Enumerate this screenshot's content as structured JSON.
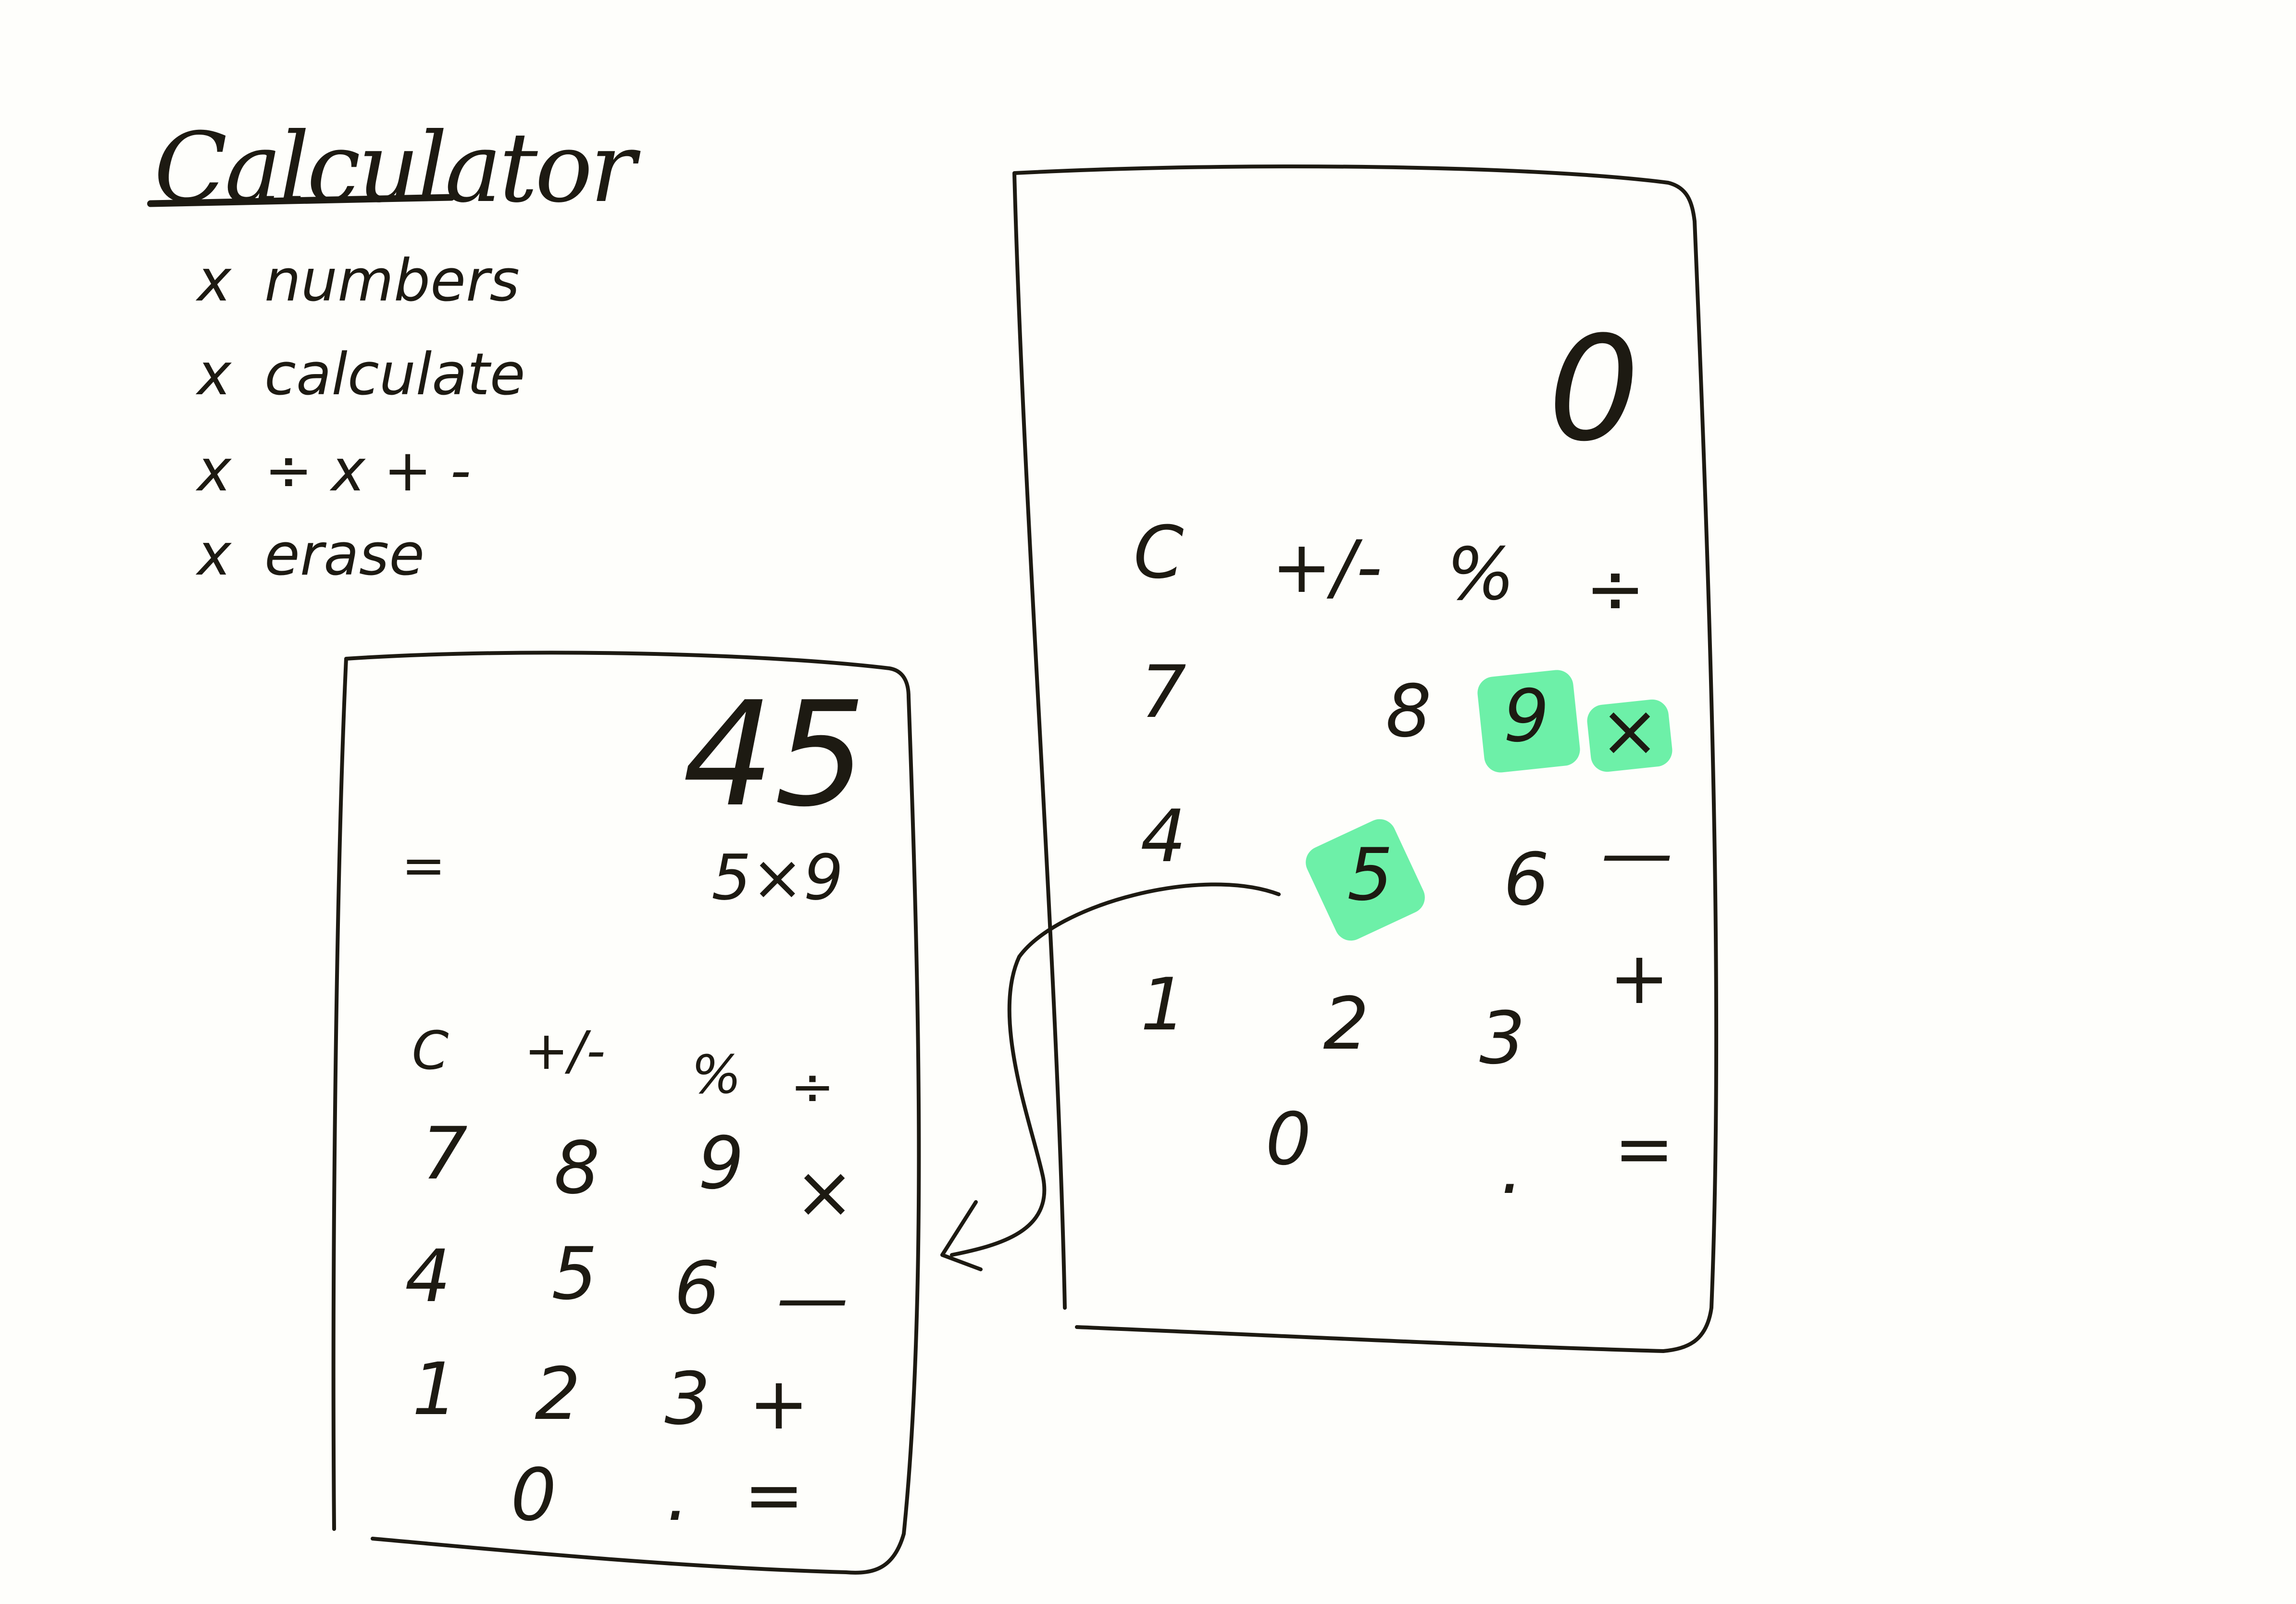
{
  "notes": {
    "title": "Calculator",
    "items": [
      {
        "mark": "x",
        "text": "numbers"
      },
      {
        "mark": "x",
        "text": "calculate"
      },
      {
        "mark": "x",
        "text": "÷ x + -"
      },
      {
        "mark": "x",
        "text": "erase"
      }
    ]
  },
  "small_calculator": {
    "display": "45",
    "equals_sign": "=",
    "expression": "5×9",
    "keys": [
      "C",
      "+/-",
      "%",
      "÷",
      "7",
      "8",
      "9",
      "×",
      "4",
      "5",
      "6",
      "—",
      "1",
      "2",
      "3",
      "+",
      "0",
      ".",
      "="
    ]
  },
  "big_calculator": {
    "display": "0",
    "keys": [
      "C",
      "+/-",
      "%",
      "÷",
      "7",
      "8",
      "9",
      "×",
      "4",
      "5",
      "6",
      "—",
      "1",
      "2",
      "3",
      "+",
      "0",
      ".",
      "="
    ],
    "highlighted_keys": [
      "9",
      "×",
      "5"
    ],
    "highlight_color": "#6df0a8"
  },
  "colors": {
    "ink": "#1d1a12",
    "paper": "#fefefb"
  }
}
